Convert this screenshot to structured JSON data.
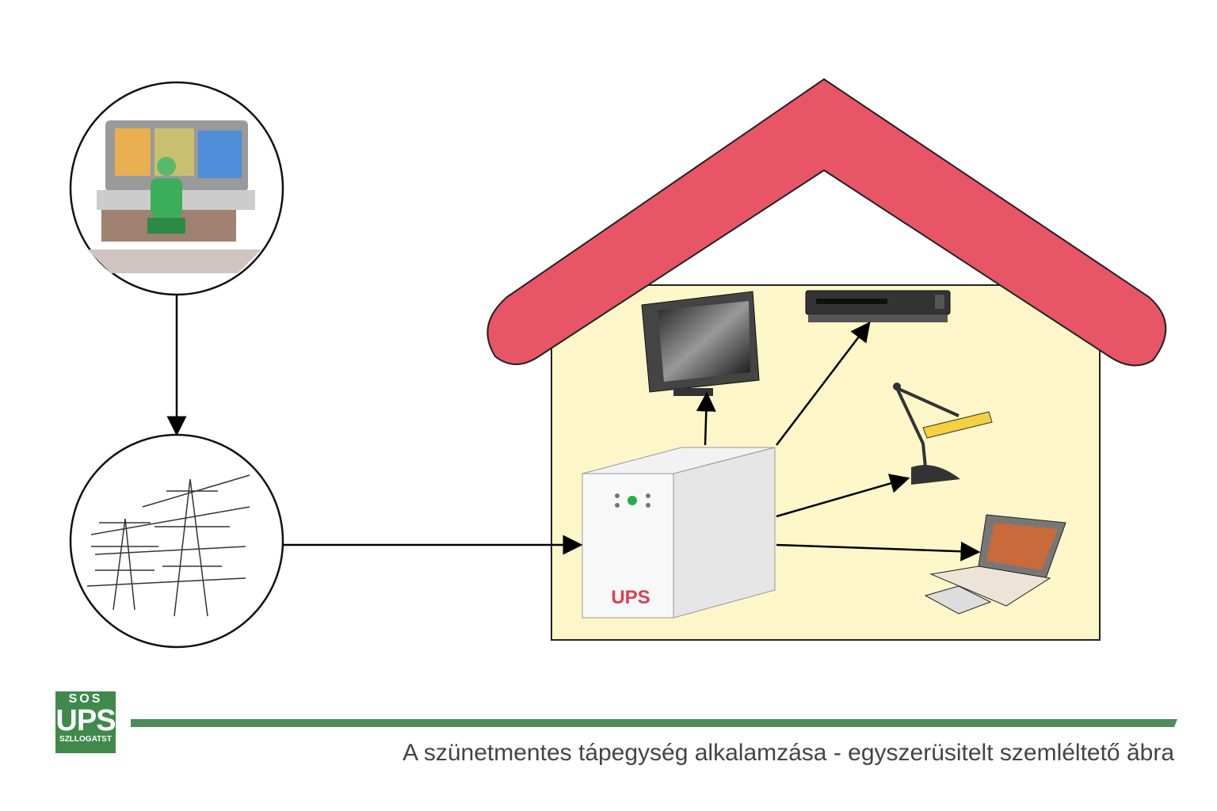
{
  "caption": "A szünetmentes tápegység alkalamzása - egyszerüsitelt szemléltető ăbra",
  "logo": {
    "line1": "SOS",
    "line2": "UPS",
    "line3": "SZLLOGATST"
  },
  "ups": {
    "label": "UPS"
  },
  "colors": {
    "roof": "#e85566",
    "house": "#fdf6c9",
    "accent_line": "#4f8a5b",
    "led": "#22b04a"
  }
}
